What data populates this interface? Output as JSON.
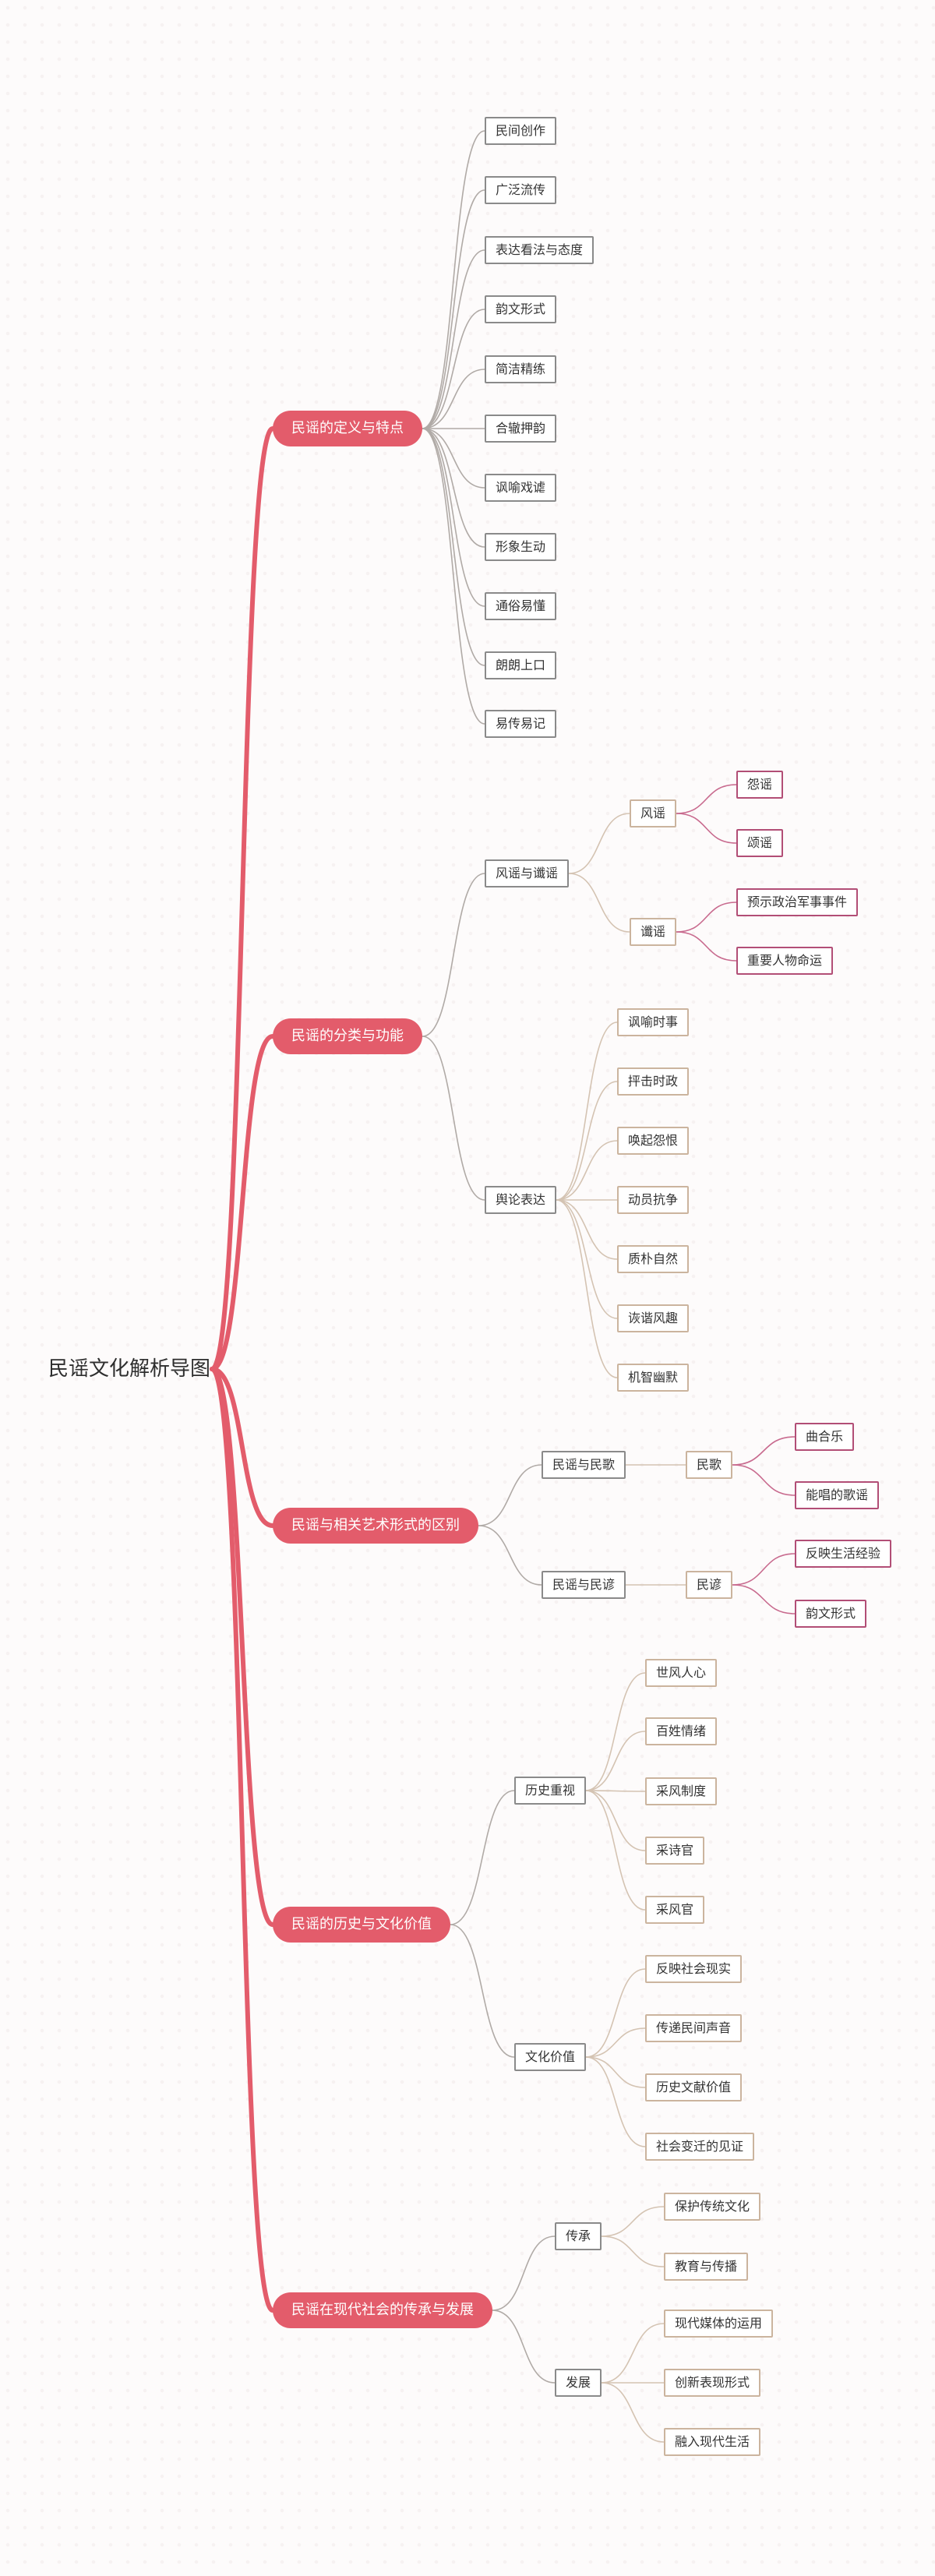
{
  "title": "民谣文化解析导图",
  "colors": {
    "main": "#e35c6b",
    "main_link": "#e35c6b",
    "gray_link": "#b0aaa6",
    "tan_link": "#d4c3b2",
    "pink_link": "#c86a8e",
    "gray_border": "#8a8a8a",
    "tan_border": "#cbb49e",
    "pink_border": "#b24e76"
  },
  "branches": [
    {
      "label": "民谣的定义与特点",
      "children": [
        {
          "label": "民间创作"
        },
        {
          "label": "广泛流传"
        },
        {
          "label": "表达看法与态度"
        },
        {
          "label": "韵文形式"
        },
        {
          "label": "简洁精练"
        },
        {
          "label": "合辙押韵"
        },
        {
          "label": "讽喻戏谑"
        },
        {
          "label": "形象生动"
        },
        {
          "label": "通俗易懂"
        },
        {
          "label": "朗朗上口"
        },
        {
          "label": "易传易记"
        }
      ]
    },
    {
      "label": "民谣的分类与功能",
      "children": [
        {
          "label": "风谣与谶谣",
          "children": [
            {
              "label": "风谣",
              "children": [
                {
                  "label": "怨谣"
                },
                {
                  "label": "颂谣"
                }
              ]
            },
            {
              "label": "谶谣",
              "children": [
                {
                  "label": "预示政治军事事件"
                },
                {
                  "label": "重要人物命运"
                }
              ]
            }
          ]
        },
        {
          "label": "舆论表达",
          "children": [
            {
              "label": "讽喻时事"
            },
            {
              "label": "抨击时政"
            },
            {
              "label": "唤起怨恨"
            },
            {
              "label": "动员抗争"
            },
            {
              "label": "质朴自然"
            },
            {
              "label": "诙谐风趣"
            },
            {
              "label": "机智幽默"
            }
          ]
        }
      ]
    },
    {
      "label": "民谣与相关艺术形式的区别",
      "children": [
        {
          "label": "民谣与民歌",
          "children": [
            {
              "label": "民歌",
              "children": [
                {
                  "label": "曲合乐"
                },
                {
                  "label": "能唱的歌谣"
                }
              ]
            }
          ]
        },
        {
          "label": "民谣与民谚",
          "children": [
            {
              "label": "民谚",
              "children": [
                {
                  "label": "反映生活经验"
                },
                {
                  "label": "韵文形式"
                }
              ]
            }
          ]
        }
      ]
    },
    {
      "label": "民谣的历史与文化价值",
      "children": [
        {
          "label": "历史重视",
          "children": [
            {
              "label": "世风人心"
            },
            {
              "label": "百姓情绪"
            },
            {
              "label": "采风制度"
            },
            {
              "label": "采诗官"
            },
            {
              "label": "采风官"
            }
          ]
        },
        {
          "label": "文化价值",
          "children": [
            {
              "label": "反映社会现实"
            },
            {
              "label": "传递民间声音"
            },
            {
              "label": "历史文献价值"
            },
            {
              "label": "社会变迁的见证"
            }
          ]
        }
      ]
    },
    {
      "label": "民谣在现代社会的传承与发展",
      "children": [
        {
          "label": "传承",
          "children": [
            {
              "label": "保护传统文化"
            },
            {
              "label": "教育与传播"
            }
          ]
        },
        {
          "label": "发展",
          "children": [
            {
              "label": "现代媒体的运用"
            },
            {
              "label": "创新表现形式"
            },
            {
              "label": "融入现代生活"
            }
          ]
        }
      ]
    }
  ]
}
